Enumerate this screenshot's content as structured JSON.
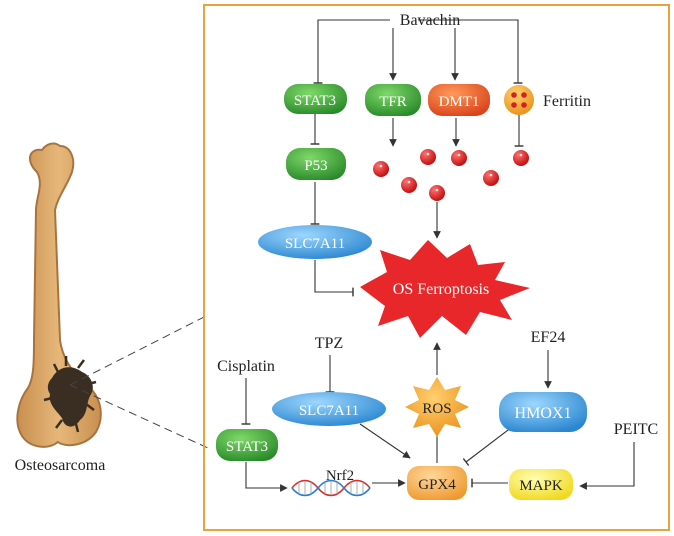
{
  "drugs": {
    "bavachin": "Bavachin",
    "tpz": "TPZ",
    "ef24": "EF24",
    "cisplatin": "Cisplatin",
    "peitc": "PEITC"
  },
  "nodes": {
    "stat3_top": "STAT3",
    "tfr": "TFR",
    "dmt1": "DMT1",
    "ferritin": "Ferritin",
    "p53": "P53",
    "slc7a11_top": "SLC7A11",
    "os_ferroptosis": "OS Ferroptosis",
    "slc7a11_bottom": "SLC7A11",
    "ros": "ROS",
    "hmox1": "HMOX1",
    "stat3_bottom": "STAT3",
    "nrf2": "Nrf2",
    "gpx4": "GPX4",
    "mapk": "MAPK"
  },
  "bone": {
    "caption": "Osteosarcoma"
  },
  "colors": {
    "frame": "#e8a33c",
    "green_node": "#3aa83a",
    "orange_node": "#e8571f",
    "ferritin_node": "#f0a020",
    "blue_node": "#3b9fe0",
    "iron_dot": "#d42020",
    "starburst": "#e8272a",
    "ros_star": "#f0a020",
    "gpx4_node": "#f5a640",
    "mapk_node": "#f5e840",
    "bone": "#d9a76a",
    "tumor": "#3a2e22"
  }
}
